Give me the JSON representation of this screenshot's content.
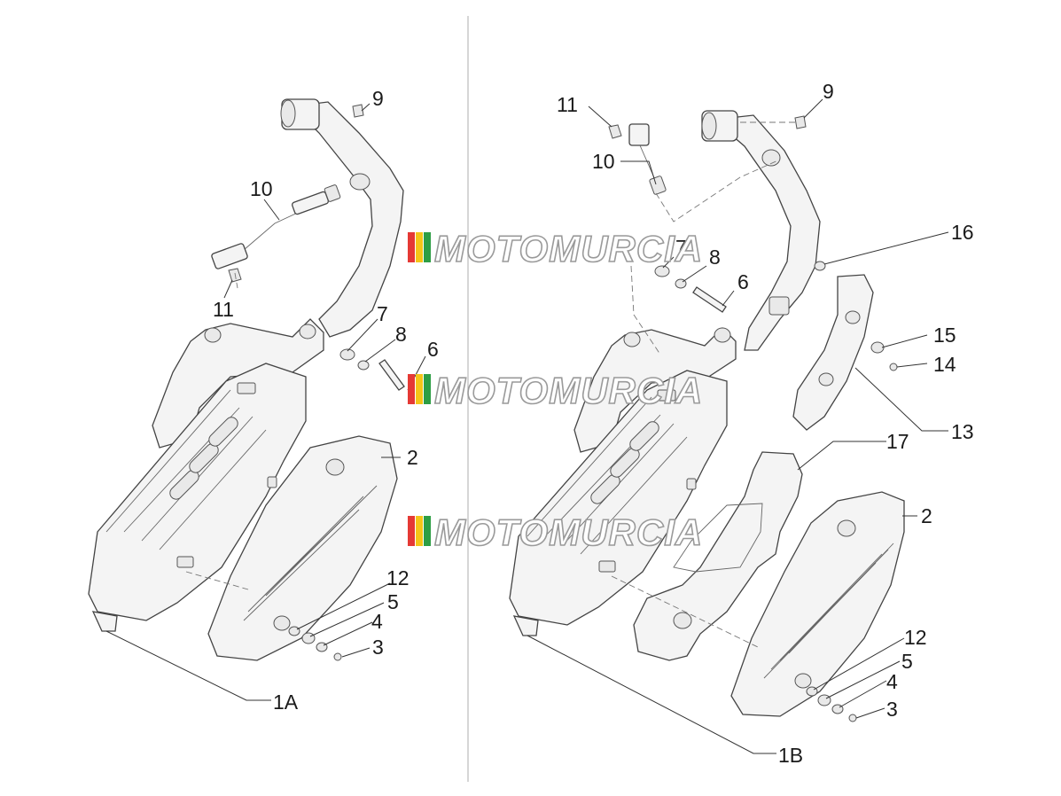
{
  "left_panel": {
    "callouts": [
      "9",
      "10",
      "11",
      "7",
      "8",
      "6",
      "2",
      "12",
      "5",
      "4",
      "3",
      "1A"
    ]
  },
  "right_panel": {
    "callouts": [
      "9",
      "11",
      "10",
      "7",
      "8",
      "6",
      "16",
      "15",
      "14",
      "13",
      "17",
      "2",
      "12",
      "5",
      "4",
      "3",
      "1B"
    ]
  },
  "watermark": {
    "text": "MOTOMURCIA",
    "flag_colors": [
      "#e53935",
      "#f5c518",
      "#2e9e44"
    ]
  },
  "colors": {
    "line": "#444444",
    "fill": "#f4f4f4",
    "divider": "#bbbbbb"
  }
}
